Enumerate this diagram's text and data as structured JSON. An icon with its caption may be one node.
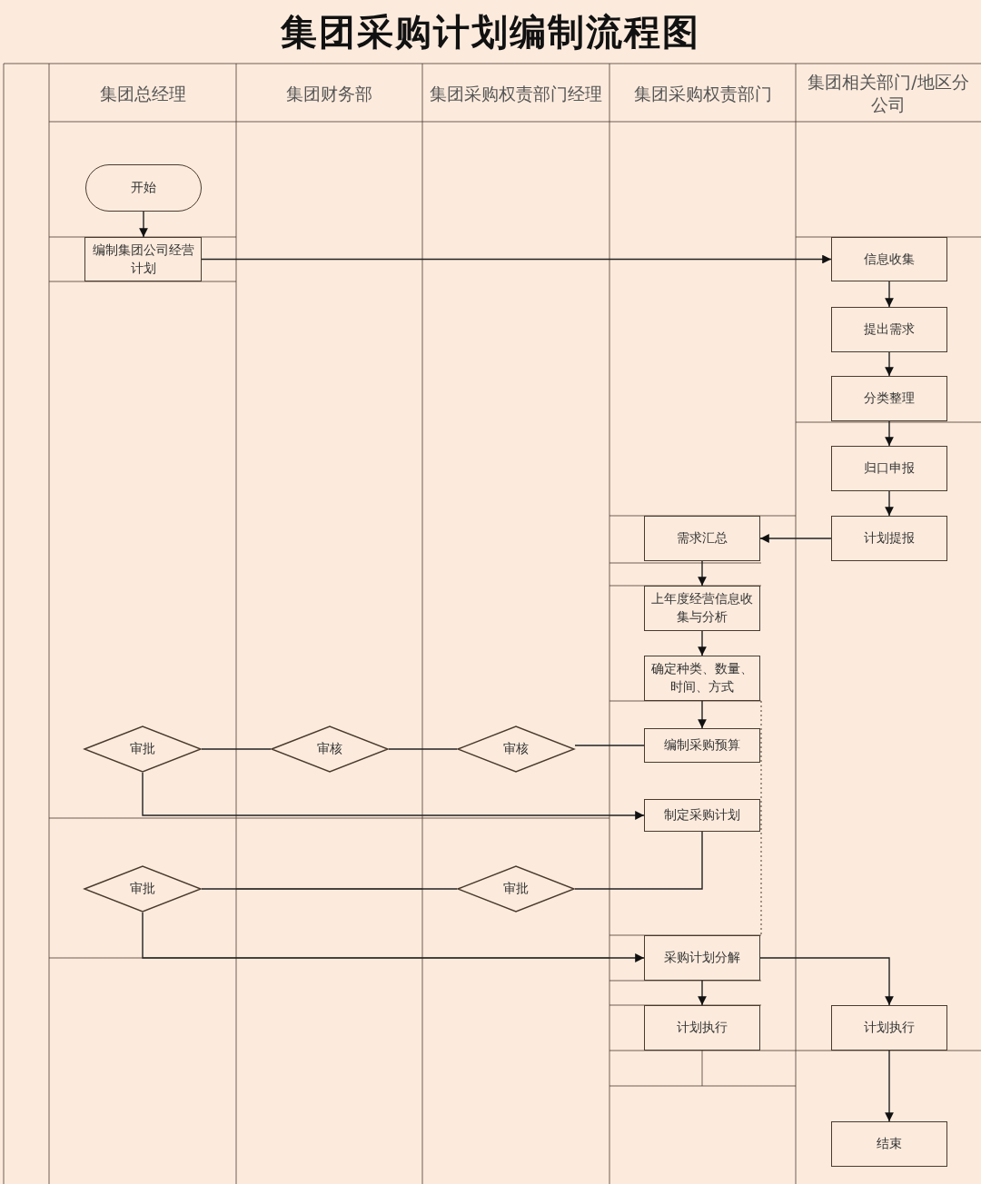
{
  "diagram": {
    "title": "集团采购计划编制流程图",
    "nodes": [
      {
        "text": [
          "开始"
        ]
      },
      {
        "text": [
          "编制集团公司经营计划"
        ]
      },
      {
        "text": [
          "信息收集"
        ]
      },
      {
        "text": [
          "提出需求"
        ]
      },
      {
        "text": [
          "分类整理"
        ]
      },
      {
        "text": [
          "归口申报"
        ]
      },
      {
        "text": [
          "计划提报"
        ]
      },
      {
        "text": [
          "需求汇总"
        ]
      },
      {
        "text": [
          "上年度经营信息收集与分析"
        ]
      },
      {
        "text": [
          "确定种类、数量、时间、方式"
        ]
      },
      {
        "text": [
          "编制采购预算"
        ]
      },
      {
        "text": [
          "审批"
        ]
      },
      {
        "text": [
          "审核"
        ]
      },
      {
        "text": [
          "审核"
        ]
      },
      {
        "text": [
          "制定采购计划"
        ]
      },
      {
        "text": [
          "审批"
        ]
      },
      {
        "text": [
          "审批"
        ]
      },
      {
        "text": [
          "采购计划分解"
        ]
      },
      {
        "text": [
          "计划执行"
        ]
      },
      {
        "text": [
          "计划执行"
        ]
      },
      {
        "text": [
          "结束"
        ]
      }
    ],
    "edges": [
      {
        "from": 0,
        "to": 1,
        "arrow": "to"
      },
      {
        "from": 1,
        "to": 2,
        "arrow": "to"
      },
      {
        "from": 2,
        "to": 3,
        "arrow": "to"
      },
      {
        "from": 3,
        "to": 4,
        "arrow": "to"
      },
      {
        "from": 4,
        "to": 5,
        "arrow": "to"
      },
      {
        "from": 5,
        "to": 6,
        "arrow": "to"
      },
      {
        "from": 6,
        "to": 7,
        "arrow": "to"
      },
      {
        "from": 7,
        "to": 8,
        "arrow": "to"
      },
      {
        "from": 8,
        "to": 9,
        "arrow": "to"
      },
      {
        "from": 9,
        "to": 10,
        "arrow": "to"
      },
      {
        "from": 10,
        "to": 13,
        "arrow": "none"
      },
      {
        "from": 13,
        "to": 12,
        "arrow": "none"
      },
      {
        "from": 12,
        "to": 11,
        "arrow": "none"
      },
      {
        "from": 11,
        "to": 14,
        "arrow": "to"
      },
      {
        "from": 14,
        "to": 16,
        "arrow": "none"
      },
      {
        "from": 16,
        "to": 15,
        "arrow": "none"
      },
      {
        "from": 15,
        "to": 17,
        "arrow": "to"
      },
      {
        "from": 17,
        "to": 18,
        "arrow": "to"
      },
      {
        "from": 17,
        "to": 19,
        "arrow": "to"
      },
      {
        "from": 19,
        "to": 20,
        "arrow": "to"
      }
    ],
    "labels": [
      "集团总经理",
      "集团财务部",
      "集团采购权责部门经理",
      "集团采购权责部门",
      "集团相关部门/地区分公司"
    ]
  }
}
